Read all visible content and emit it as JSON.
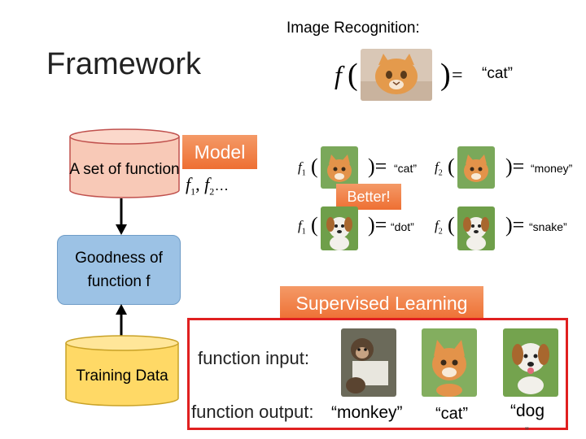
{
  "recognition": {
    "title": "Image Recognition:",
    "func": "f",
    "paren_open": "(",
    "paren_close": ")",
    "equals": "=",
    "label": "“cat”"
  },
  "framework_title": "Framework",
  "boxes": {
    "function_set": "A set of function",
    "goodness": "Goodness of function f",
    "training": "Training Data"
  },
  "model": {
    "label": "Model",
    "functions_f1": "f",
    "sub1": "1",
    "comma": ", ",
    "functions_f2": "f",
    "sub2": "2",
    "ellipsis": "…"
  },
  "comparisons": {
    "rows": [
      {
        "f1_label": "“cat”",
        "f2_label": "“money”"
      },
      {
        "f1_label": "“dot”",
        "f2_label": "“snake”"
      }
    ],
    "better": "Better!"
  },
  "supervised": {
    "title": "Supervised Learning",
    "input_label": "function input:",
    "output_label": "function output:",
    "outputs": [
      "“monkey”",
      "“cat”",
      "“dog"
    ],
    "trailing_quote": "”"
  },
  "colors": {
    "orange": "#ee6f33",
    "blue_box": "#9cc2e5",
    "red_border": "#e02020",
    "cylinder_yellow": "#ffd966"
  },
  "icons": [
    "cat-photo",
    "dog-photo",
    "monkey-photo",
    "cylinder-shape",
    "arrow-up",
    "arrow-down"
  ]
}
